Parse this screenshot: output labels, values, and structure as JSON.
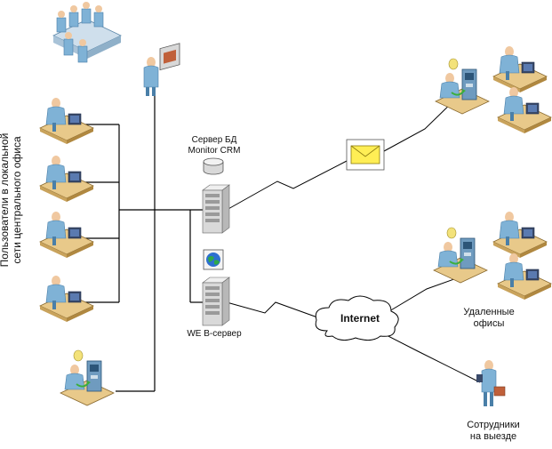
{
  "labels": {
    "lan_users": [
      "Пользователи в локальной",
      "сети центрального офиса"
    ],
    "db_server": [
      "Сервер БД",
      "Monitor CRM"
    ],
    "web_server": "WE B-сервер",
    "internet": "Internet",
    "remote_offices": [
      "Удаленные",
      "офисы"
    ],
    "field_staff": [
      "Сотрудники",
      "на выезде"
    ]
  },
  "icons": {
    "meeting": "meeting-group-icon",
    "presenter": "presenter-icon",
    "workstation": "workstation-icon",
    "atm": "atm-user-icon",
    "db": "database-icon",
    "server": "server-tower-icon",
    "globe": "globe-icon",
    "mail": "envelope-icon",
    "cloud": "cloud-icon",
    "mobile": "mobile-worker-icon"
  },
  "colors": {
    "line": "#000000",
    "desk": "#e8c98a",
    "person": "#7fb2d6",
    "envelope": "#ffee55",
    "server": "#d9d9d9"
  }
}
